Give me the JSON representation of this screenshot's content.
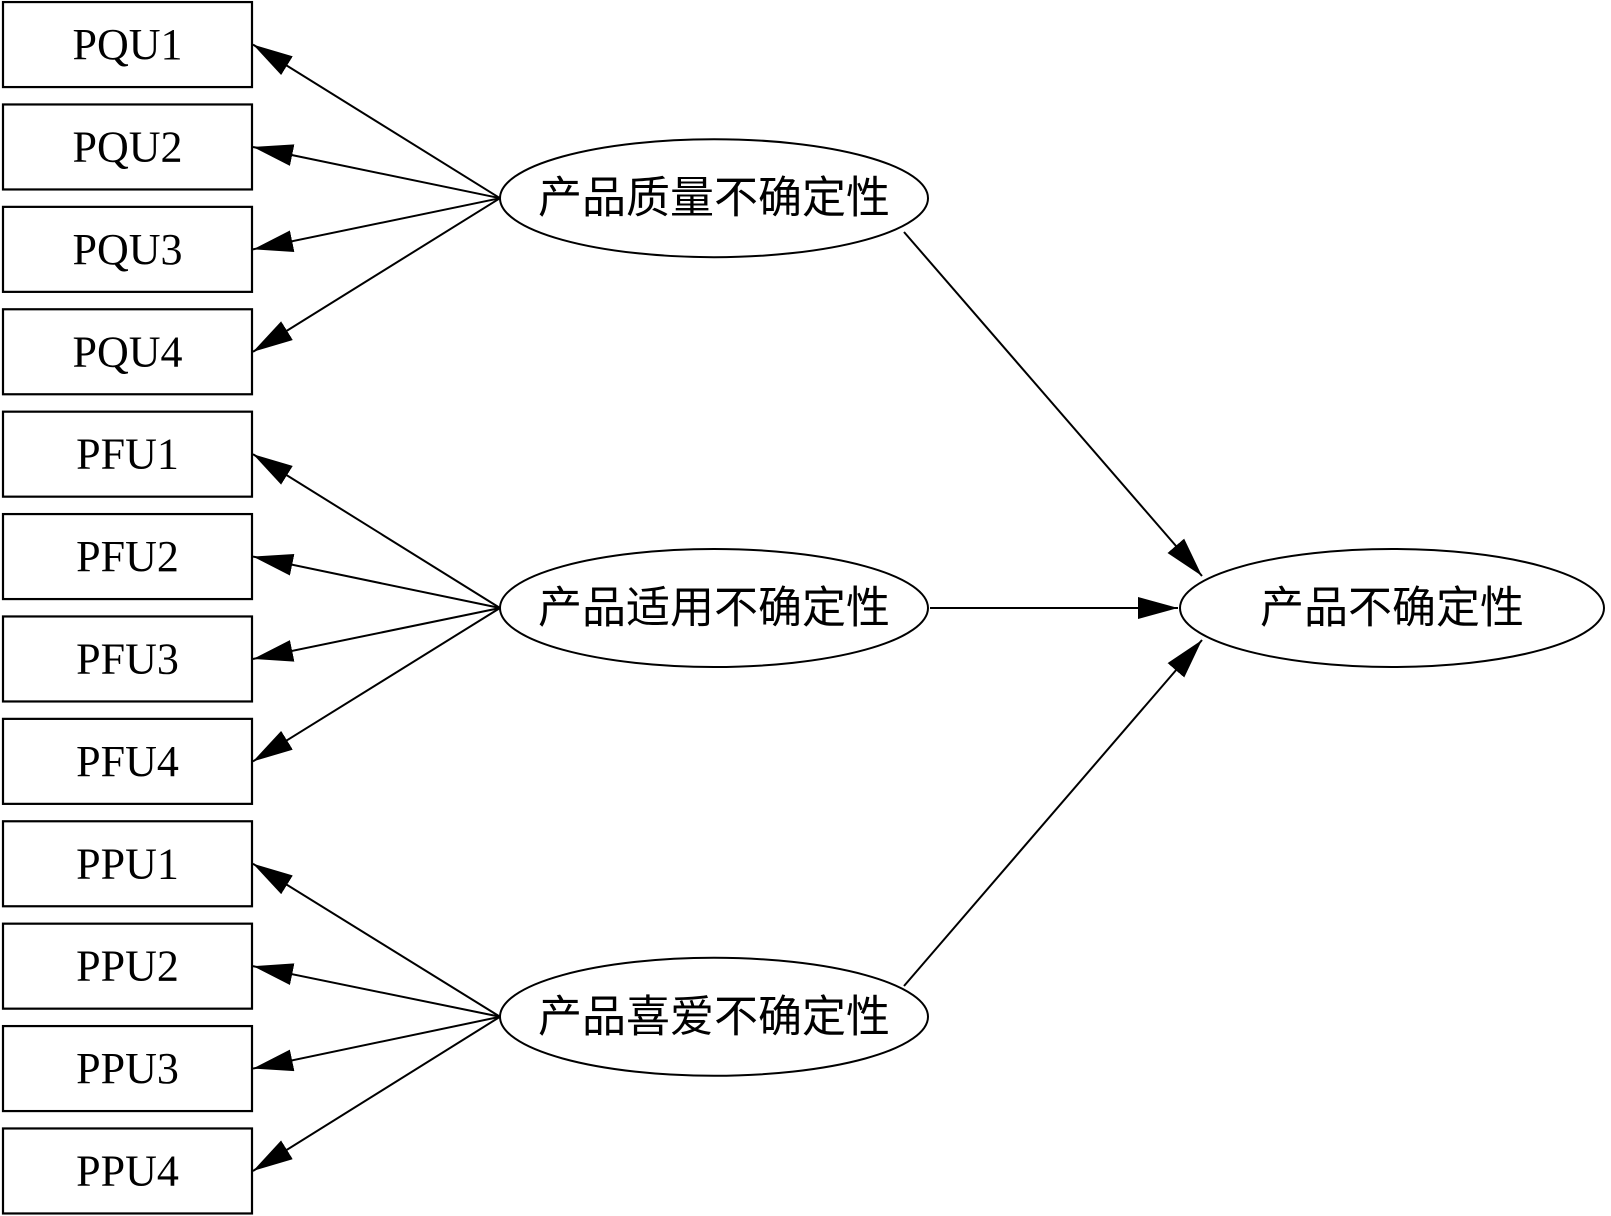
{
  "factors": [
    {
      "label": "产品质量不确定性",
      "indicators": [
        "PQU1",
        "PQU2",
        "PQU3",
        "PQU4"
      ]
    },
    {
      "label": "产品适用不确定性",
      "indicators": [
        "PFU1",
        "PFU2",
        "PFU3",
        "PFU4"
      ]
    },
    {
      "label": "产品喜爱不确定性",
      "indicators": [
        "PPU1",
        "PPU2",
        "PPU3",
        "PPU4"
      ]
    }
  ],
  "outcome": {
    "label": "产品不确定性"
  },
  "colors": {
    "stroke": "#000000",
    "background": "#ffffff"
  }
}
